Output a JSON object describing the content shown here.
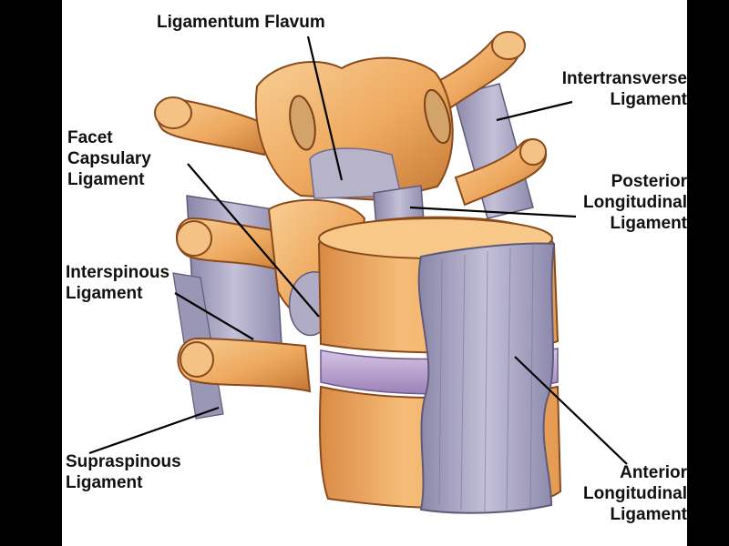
{
  "labels": {
    "ligamentum_flavum": [
      "Ligamentum Flavum"
    ],
    "intertransverse": [
      "Intertransverse",
      "Ligament"
    ],
    "facet_capsulary": [
      "Facet",
      "Capsulary",
      "Ligament"
    ],
    "posterior_longitudinal": [
      "Posterior",
      "Longitudinal",
      "Ligament"
    ],
    "interspinous": [
      "Interspinous",
      "Ligament"
    ],
    "supraspinous": [
      "Supraspinous",
      "Ligament"
    ],
    "anterior_longitudinal": [
      "Anterior",
      "Longitudinal",
      "Ligament"
    ]
  },
  "colors": {
    "background": "#000000",
    "panel": "#ffffff",
    "bone": "#f0b46e",
    "bone_shadow": "#c57a34",
    "bone_dark": "#9a5320",
    "ligament": "#a9a6c2",
    "ligament_dark": "#6f6b8f",
    "disc": "#b8a0cf",
    "leader_line": "#000000"
  }
}
